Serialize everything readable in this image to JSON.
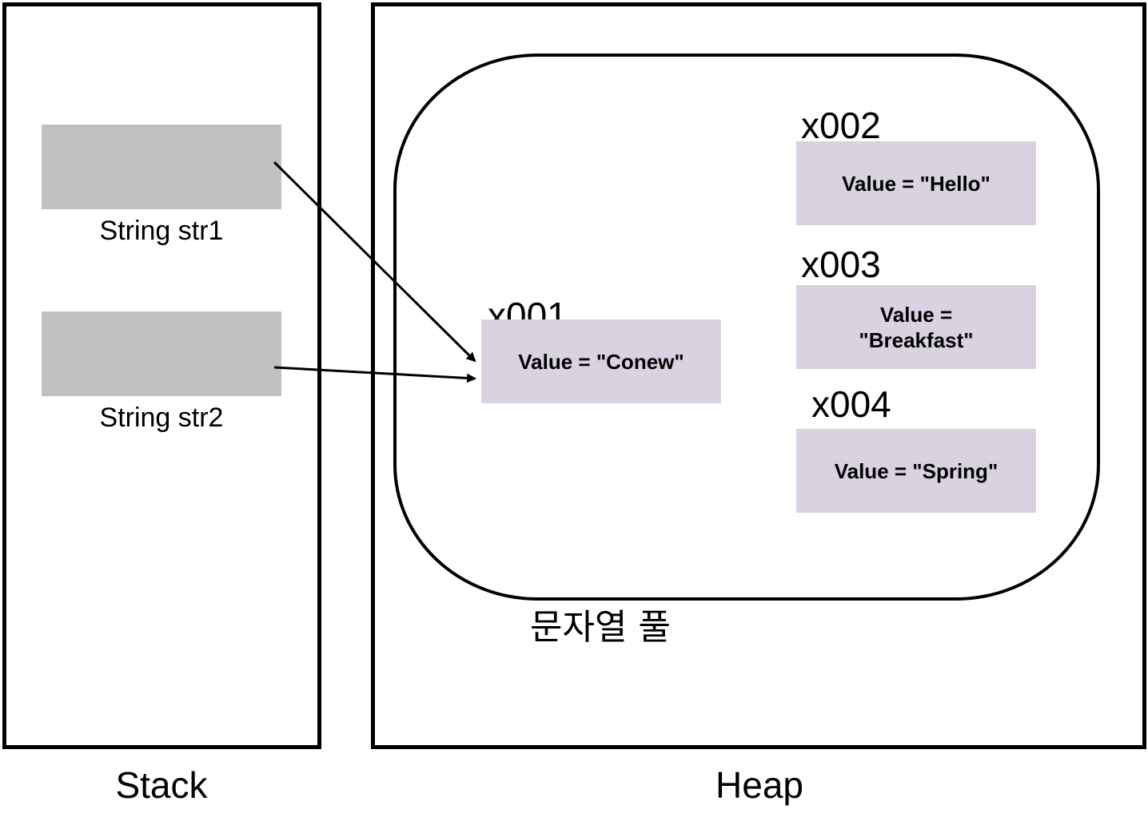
{
  "stack": {
    "title": "Stack",
    "variables": [
      {
        "label": "String str1",
        "points_to": "x001"
      },
      {
        "label": "String str2",
        "points_to": "x001"
      }
    ]
  },
  "heap": {
    "title": "Heap",
    "pool_label": "문자열 풀",
    "objects": [
      {
        "address": "x001",
        "value": "Value = \"Conew\""
      },
      {
        "address": "x002",
        "value": "Value = \"Hello\""
      },
      {
        "address": "x003",
        "value": "Value = \"Breakfast\""
      },
      {
        "address": "x004",
        "value": "Value = \"Spring\""
      }
    ]
  },
  "colors": {
    "variable_box": "#c0c0c0",
    "object_box": "#d9d2e1",
    "stroke": "#000000"
  }
}
